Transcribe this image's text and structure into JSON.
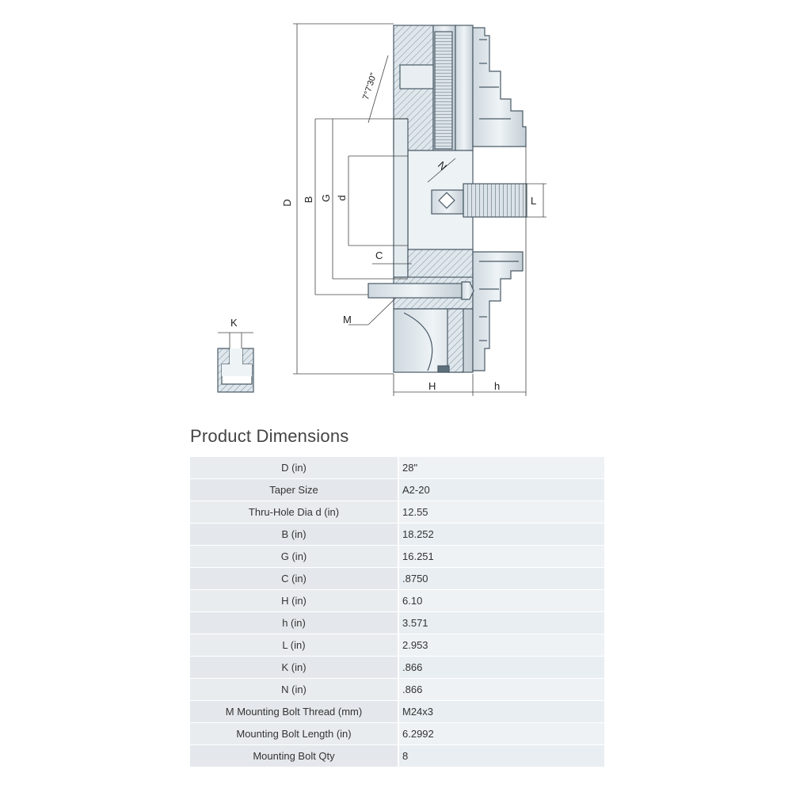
{
  "drawing": {
    "labels": {
      "D": "D",
      "B": "B",
      "G": "G",
      "d": "d",
      "C": "C",
      "M": "M",
      "K": "K",
      "N": "N",
      "L": "L",
      "H": "H",
      "h": "h",
      "angle": "7°7'30\""
    }
  },
  "section_title": "Product Dimensions",
  "rows": [
    {
      "label": "D (in)",
      "value": "28\""
    },
    {
      "label": "Taper Size",
      "value": "A2-20"
    },
    {
      "label": "Thru-Hole Dia d (in)",
      "value": "12.55"
    },
    {
      "label": "B (in)",
      "value": "18.252"
    },
    {
      "label": "G (in)",
      "value": "16.251"
    },
    {
      "label": "C (in)",
      "value": ".8750"
    },
    {
      "label": "H (in)",
      "value": "6.10"
    },
    {
      "label": "h (in)",
      "value": "3.571"
    },
    {
      "label": "L (in)",
      "value": "2.953"
    },
    {
      "label": "K (in)",
      "value": ".866"
    },
    {
      "label": "N (in)",
      "value": ".866"
    },
    {
      "label": "M  Mounting Bolt Thread (mm)",
      "value": "M24x3"
    },
    {
      "label": "Mounting Bolt Length (in)",
      "value": "6.2992"
    },
    {
      "label": "Mounting Bolt Qty",
      "value": "8"
    }
  ]
}
